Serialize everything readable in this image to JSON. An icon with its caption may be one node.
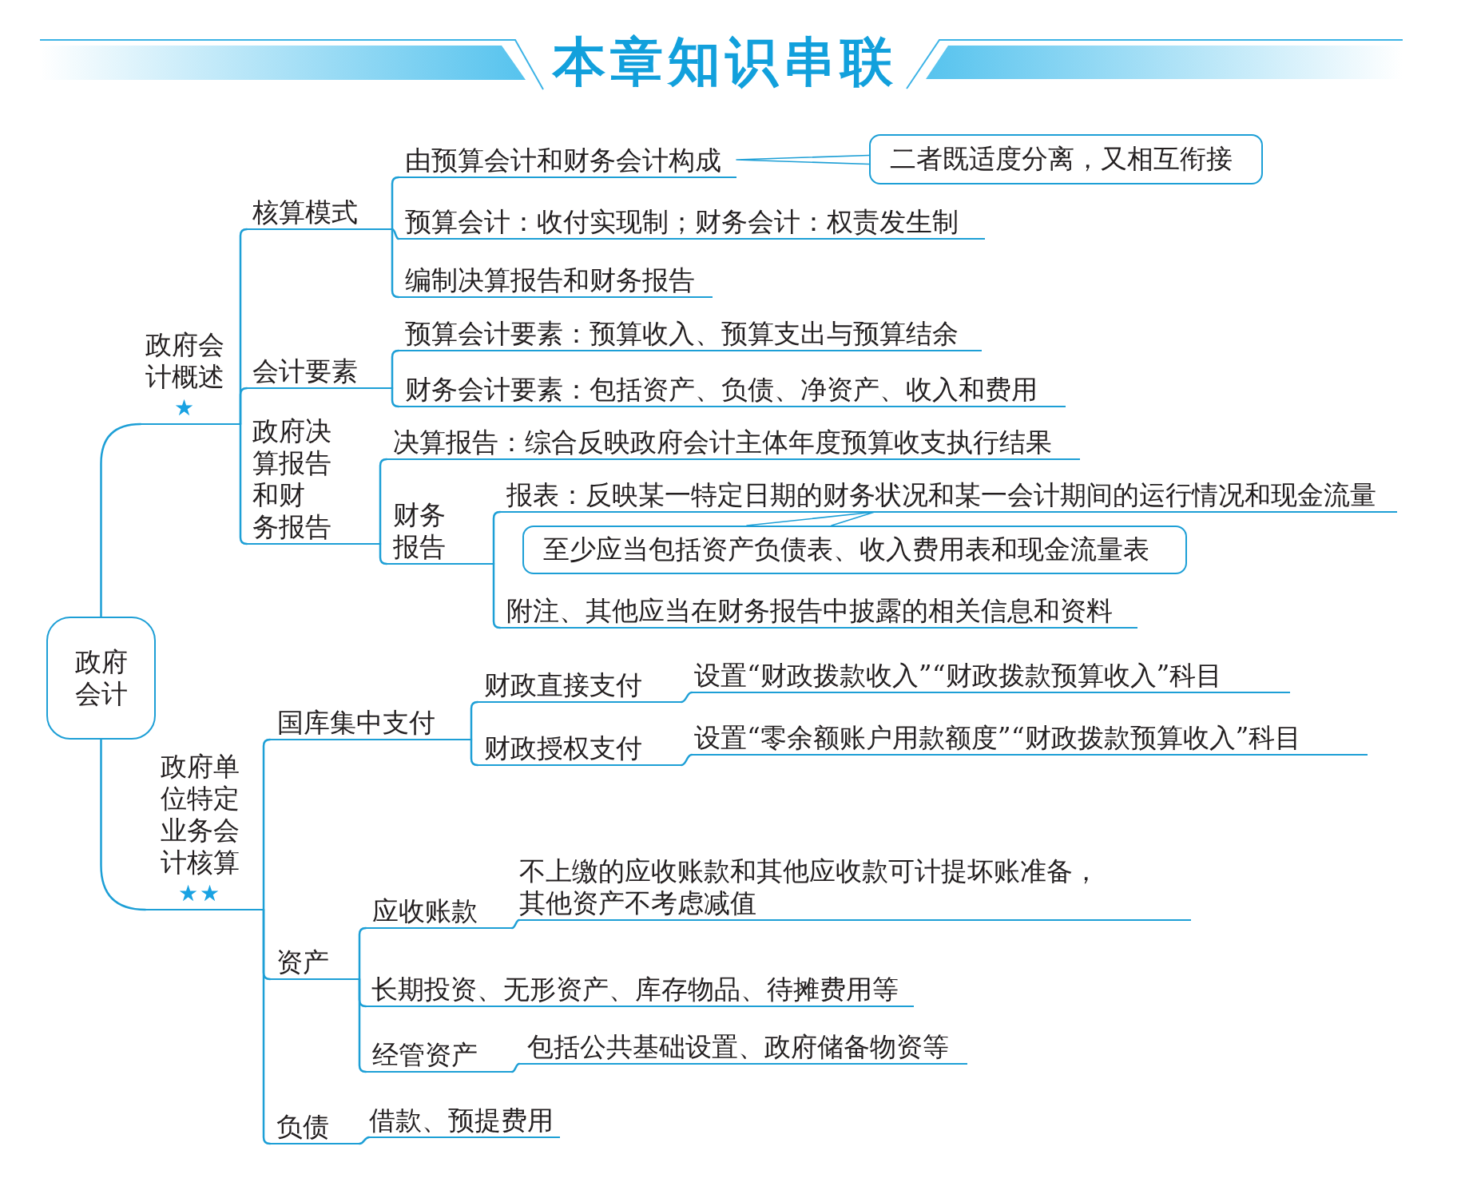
{
  "diagram": {
    "title": "本章知识串联",
    "nodes": [
      {
        "text": [
          "政府会计"
        ]
      },
      {
        "text": [
          "政府会计概述",
          "★"
        ]
      },
      {
        "text": [
          "核算模式"
        ]
      },
      {
        "text": [
          "由预算会计和财务会计构成"
        ]
      },
      {
        "text": [
          "二者既适度分离，又相互衔接"
        ]
      },
      {
        "text": [
          "预算会计：收付实现制；财务会计：权责发生制"
        ]
      },
      {
        "text": [
          "编制决算报告和财务报告"
        ]
      },
      {
        "text": [
          "会计要素"
        ]
      },
      {
        "text": [
          "预算会计要素：预算收入、预算支出与预算结余"
        ]
      },
      {
        "text": [
          "财务会计要素：包括资产、负债、净资产、收入和费用"
        ]
      },
      {
        "text": [
          "政府决算报告和财务报告"
        ]
      },
      {
        "text": [
          "决算报告：综合反映政府会计主体年度预算收支执行结果"
        ]
      },
      {
        "text": [
          "财务报告"
        ]
      },
      {
        "text": [
          "报表：反映某一特定日期的财务状况和某一会计期间的运行情况和现金流量"
        ]
      },
      {
        "text": [
          "至少应当包括资产负债表、收入费用表和现金流量表"
        ]
      },
      {
        "text": [
          "附注、其他应当在财务报告中披露的相关信息和资料"
        ]
      },
      {
        "text": [
          "政府单位特定业务会计核算",
          "★★"
        ]
      },
      {
        "text": [
          "国库集中支付"
        ]
      },
      {
        "text": [
          "财政直接支付"
        ]
      },
      {
        "text": [
          "设置“财政拨款收入”“财政拨款预算收入”科目"
        ]
      },
      {
        "text": [
          "财政授权支付"
        ]
      },
      {
        "text": [
          "设置“零余额账户用款额度”“财政拨款预算收入”科目"
        ]
      },
      {
        "text": [
          "资产"
        ]
      },
      {
        "text": [
          "应收账款"
        ]
      },
      {
        "text": [
          "不上缴的应收账款和其他应收款可计提坏账准备，其他资产不考虑减值"
        ]
      },
      {
        "text": [
          "长期投资、无形资产、库存物品、待摊费用等"
        ]
      },
      {
        "text": [
          "经管资产"
        ]
      },
      {
        "text": [
          "包括公共基础设置、政府储备物资等"
        ]
      },
      {
        "text": [
          "负债"
        ]
      },
      {
        "text": [
          "借款、预提费用"
        ]
      }
    ],
    "edges": [
      {
        "from": 0,
        "to": 1,
        "arrow": "none"
      },
      {
        "from": 1,
        "to": 2,
        "arrow": "none"
      },
      {
        "from": 2,
        "to": 3,
        "arrow": "none"
      },
      {
        "from": 3,
        "to": 4,
        "arrow": "none"
      },
      {
        "from": 2,
        "to": 5,
        "arrow": "none"
      },
      {
        "from": 2,
        "to": 6,
        "arrow": "none"
      },
      {
        "from": 1,
        "to": 7,
        "arrow": "none"
      },
      {
        "from": 7,
        "to": 8,
        "arrow": "none"
      },
      {
        "from": 7,
        "to": 9,
        "arrow": "none"
      },
      {
        "from": 1,
        "to": 10,
        "arrow": "none"
      },
      {
        "from": 10,
        "to": 11,
        "arrow": "none"
      },
      {
        "from": 10,
        "to": 12,
        "arrow": "none"
      },
      {
        "from": 12,
        "to": 13,
        "arrow": "none"
      },
      {
        "from": 13,
        "to": 14,
        "arrow": "none"
      },
      {
        "from": 12,
        "to": 15,
        "arrow": "none"
      },
      {
        "from": 0,
        "to": 16,
        "arrow": "none"
      },
      {
        "from": 16,
        "to": 17,
        "arrow": "none"
      },
      {
        "from": 17,
        "to": 18,
        "arrow": "none"
      },
      {
        "from": 18,
        "to": 19,
        "arrow": "none"
      },
      {
        "from": 17,
        "to": 20,
        "arrow": "none"
      },
      {
        "from": 20,
        "to": 21,
        "arrow": "none"
      },
      {
        "from": 16,
        "to": 22,
        "arrow": "none"
      },
      {
        "from": 22,
        "to": 23,
        "arrow": "none"
      },
      {
        "from": 23,
        "to": 24,
        "arrow": "none"
      },
      {
        "from": 22,
        "to": 25,
        "arrow": "none"
      },
      {
        "from": 22,
        "to": 26,
        "arrow": "none"
      },
      {
        "from": 26,
        "to": 27,
        "arrow": "none"
      },
      {
        "from": 16,
        "to": 28,
        "arrow": "none"
      },
      {
        "from": 28,
        "to": 29,
        "arrow": "none"
      }
    ]
  }
}
